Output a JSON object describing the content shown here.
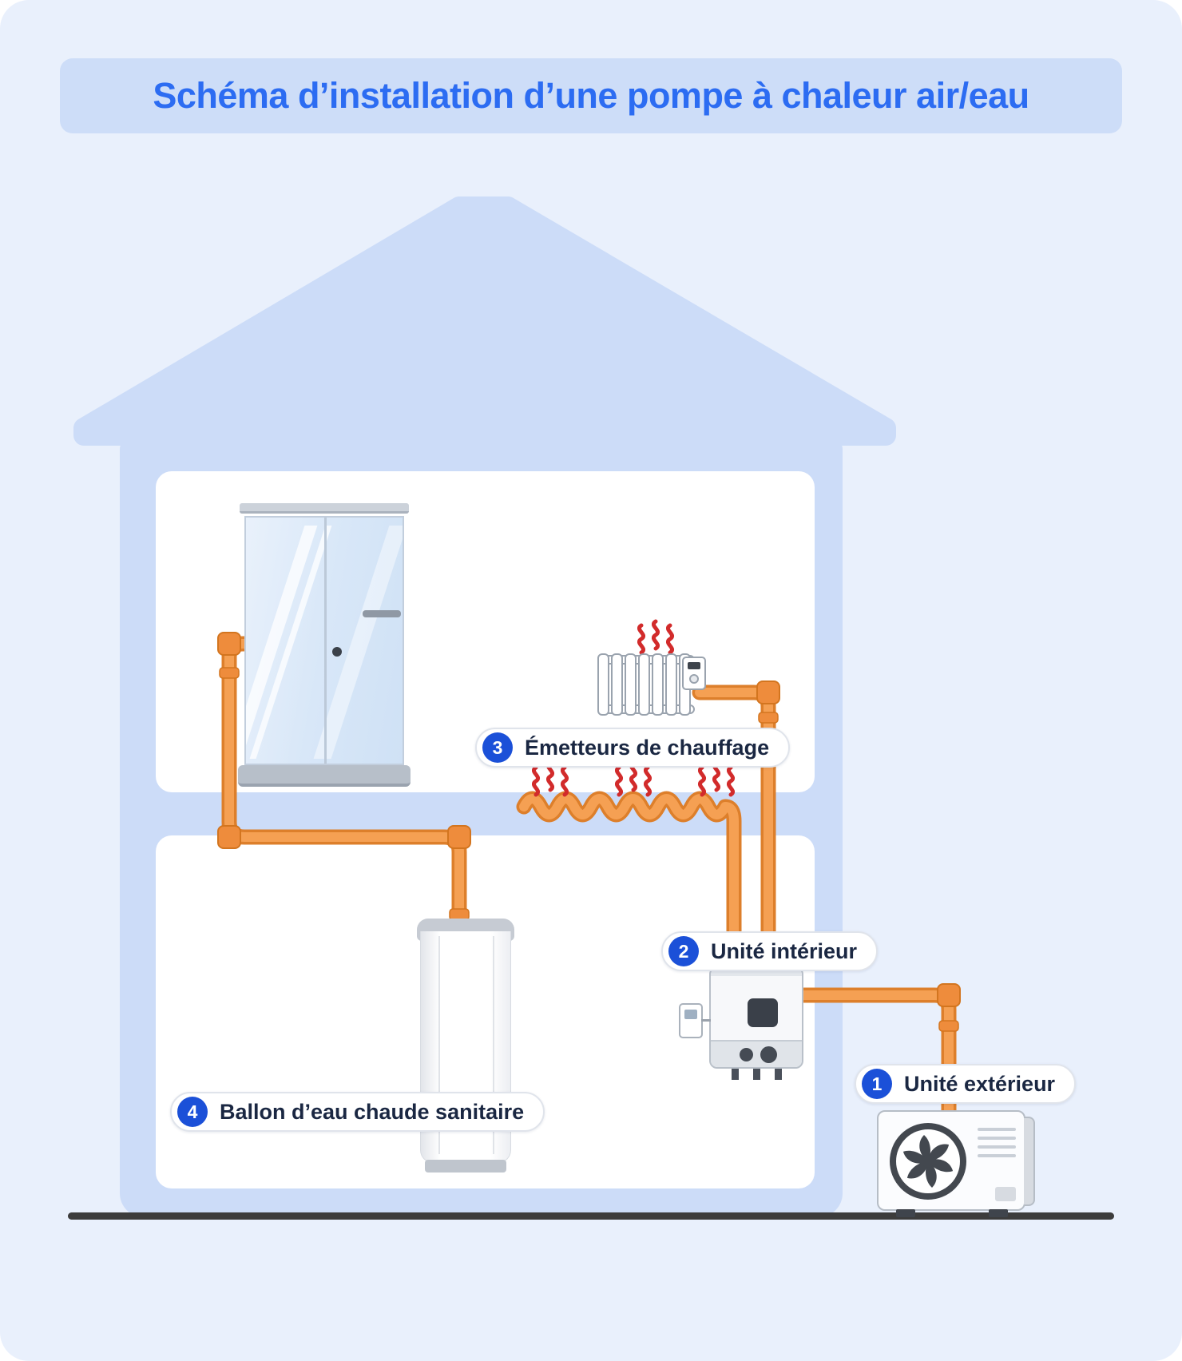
{
  "title": "Schéma d’installation d’une pompe à chaleur air/eau",
  "labels": [
    {
      "num": "1",
      "text": "Unité extérieur"
    },
    {
      "num": "2",
      "text": "Unité intérieur"
    },
    {
      "num": "3",
      "text": "Émetteurs de chauffage"
    },
    {
      "num": "4",
      "text": "Ballon d’eau chaude sanitaire"
    }
  ],
  "icons": {
    "heat_waves": "heat-waves-icon",
    "fan": "fan-icon"
  },
  "colors": {
    "background": "#e9f0fc",
    "panel_blue": "#ccdcf8",
    "title_text": "#2c6cf2",
    "room_white": "#ffffff",
    "pipe_orange": "#f5a053",
    "pipe_outline": "#dd7f2b",
    "heat_red": "#d22b2b",
    "badge_blue": "#1b50d8",
    "label_text": "#1a2742",
    "ground": "#3c3c3c"
  }
}
